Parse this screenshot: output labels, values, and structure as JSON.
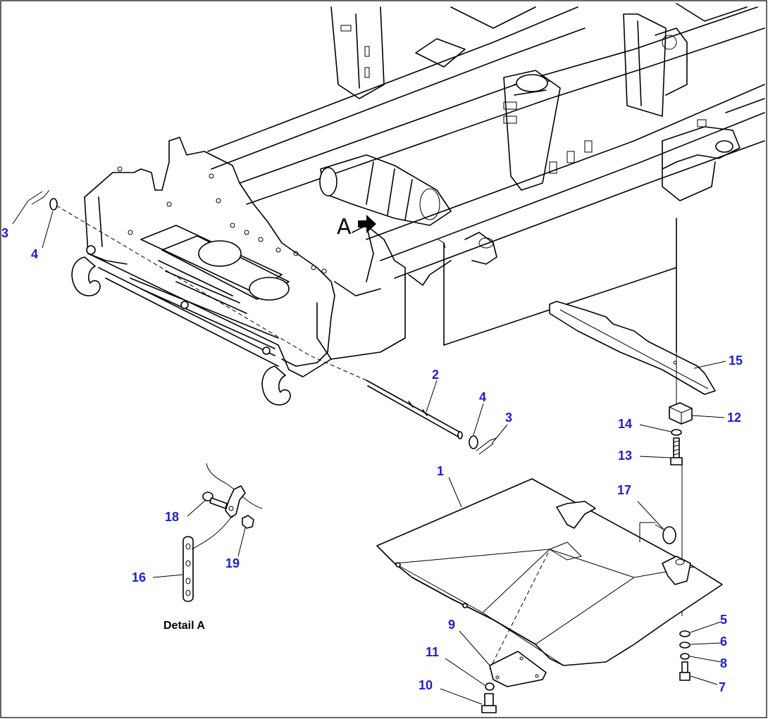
{
  "detail_caption": "Detail A",
  "view_marker": "A",
  "colors": {
    "callout": "#1d1dd1",
    "line": "#000000",
    "background": "#ffffff"
  },
  "callouts": [
    {
      "id": "c3a",
      "text": "3"
    },
    {
      "id": "c4a",
      "text": "4"
    },
    {
      "id": "c2",
      "text": "2"
    },
    {
      "id": "c4b",
      "text": "4"
    },
    {
      "id": "c3b",
      "text": "3"
    },
    {
      "id": "c15",
      "text": "15"
    },
    {
      "id": "c12",
      "text": "12"
    },
    {
      "id": "c14",
      "text": "14"
    },
    {
      "id": "c13",
      "text": "13"
    },
    {
      "id": "c1",
      "text": "1"
    },
    {
      "id": "c17",
      "text": "17"
    },
    {
      "id": "c18",
      "text": "18"
    },
    {
      "id": "c19",
      "text": "19"
    },
    {
      "id": "c16",
      "text": "16"
    },
    {
      "id": "c9",
      "text": "9"
    },
    {
      "id": "c11",
      "text": "11"
    },
    {
      "id": "c10",
      "text": "10"
    },
    {
      "id": "c5",
      "text": "5"
    },
    {
      "id": "c6",
      "text": "6"
    },
    {
      "id": "c8",
      "text": "8"
    },
    {
      "id": "c7",
      "text": "7"
    }
  ]
}
